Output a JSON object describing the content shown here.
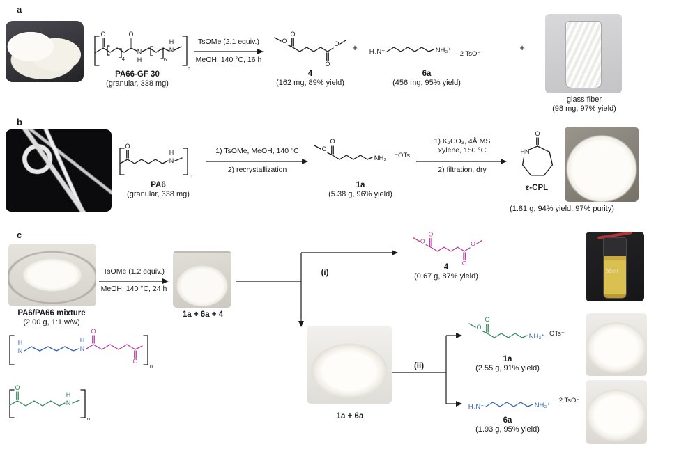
{
  "misc": {
    "plus": "+"
  },
  "colors": {
    "blue": "#3465a8",
    "purple": "#b5379d",
    "green": "#2e8b57",
    "black": "#1a1a1a"
  },
  "chem": {
    "O": "O",
    "N": "N",
    "H": "H",
    "HN": "HN",
    "H3N": "H₃N⁺",
    "NH3": "NH₃⁺",
    "OTs_left": "⁻OTs",
    "OTs_right": "OTs⁻",
    "two_TsO": "· 2 TsO⁻",
    "n": "n",
    "four": "4",
    "six": "6"
  },
  "panel_a": {
    "label": "a",
    "reactant_name": "PA66-GF 30",
    "reactant_note": "(granular, 338 mg)",
    "cond_above": "TsOMe (2.1 equiv.)",
    "cond_below": "MeOH, 140 °C, 16 h",
    "p1_label": "4",
    "p1_note": "(162 mg, 89% yield)",
    "p2_label": "6a",
    "p2_note": "(456 mg, 95% yield)",
    "p3_caption": "glass fiber",
    "p3_note": "(98 mg, 97% yield)"
  },
  "panel_b": {
    "label": "b",
    "reactant_name": "PA6",
    "reactant_note": "(granular, 338 mg)",
    "arrow1_above": "1) TsOMe, MeOH, 140 °C",
    "arrow1_below": "2) recrystallization",
    "arrow2_above1": "1) K₂CO₃, 4Å MS",
    "arrow2_above2": "xylene, 150 °C",
    "arrow2_below": "2) filtration, dry",
    "p1_label": "1a",
    "p1_note": "(5.38 g, 96% yield)",
    "p2_label": "ε-CPL",
    "p2_note": "(1.81 g, 94% yield, 97% purity)"
  },
  "panel_c": {
    "label": "c",
    "mix_name": "PA6/PA66 mixture",
    "mix_note": "(2.00 g, 1:1 w/w)",
    "cond_above": "TsOMe (1.2 equiv.)",
    "cond_below": "MeOH, 140 °C, 24 h",
    "int1_caption": "1a + 6a + 4",
    "branch_i": "(i)",
    "branch_ii": "(ii)",
    "p4_label": "4",
    "p4_note": "(0.67 g, 87% yield)",
    "int2_caption": "1a + 6a",
    "p1a_label": "1a",
    "p1a_note": "(2.55 g, 91% yield)",
    "p6a_label": "6a",
    "p6a_note": "(1.93 g, 95% yield)",
    "vial_label": "85ml"
  }
}
